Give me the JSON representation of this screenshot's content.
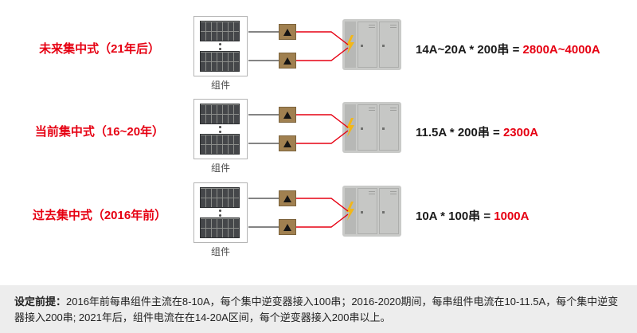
{
  "rows": [
    {
      "label": "未来集中式（21年后）",
      "module_label": "组件",
      "formula_black": "14A~20A * 200串 = ",
      "formula_red": "2800A~4000A"
    },
    {
      "label": "当前集中式（16~20年）",
      "module_label": "组件",
      "formula_black": "11.5A * 200串 = ",
      "formula_red": "2300A"
    },
    {
      "label": "过去集中式（2016年前）",
      "module_label": "组件",
      "formula_black": "10A * 100串 = ",
      "formula_red": "1000A"
    }
  ],
  "footer": {
    "prefix": "设定前提：",
    "body": "2016年前每串组件主流在8-10A，每个集中逆变器接入100串；2016-2020期间，每串组件电流在10-11.5A，每个集中逆变器接入200串; 2021年后，组件电流在在14-20A区间，每个逆变器接入200串以上。"
  },
  "colors": {
    "accent_red": "#e60012",
    "fuse_brown": "#a08050",
    "cabinet_gray": "#c9cac8",
    "bolt_yellow": "#f2b719",
    "footer_gray": "#ededed"
  }
}
